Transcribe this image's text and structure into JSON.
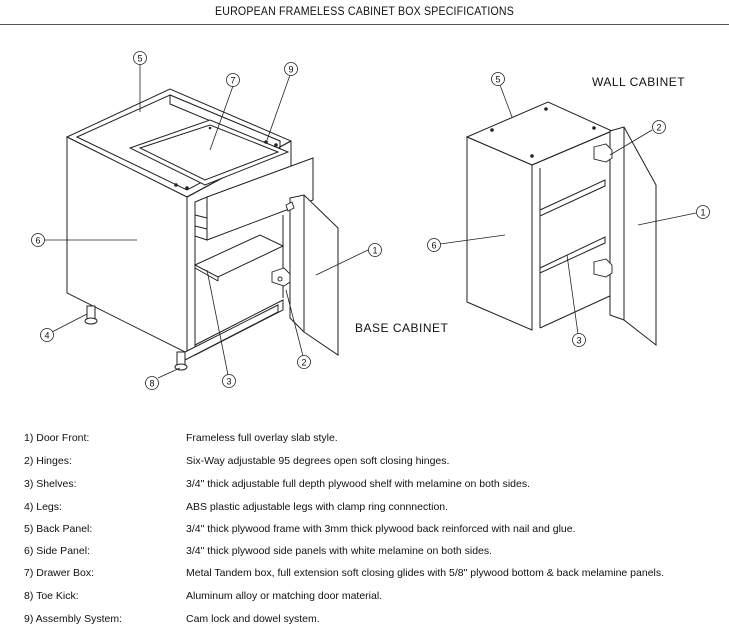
{
  "title": "EUROPEAN FRAMELESS CABINET BOX SPECIFICATIONS",
  "diagram": {
    "base_label": "BASE CABINET",
    "wall_label": "WALL CABINET",
    "callouts": [
      "1",
      "2",
      "3",
      "4",
      "5",
      "6",
      "7",
      "8",
      "9"
    ]
  },
  "specs": [
    {
      "term": "1) Door Front:",
      "desc": "Frameless full overlay slab style."
    },
    {
      "term": "2) Hinges:",
      "desc": "Six-Way adjustable 95 degrees open soft closing hinges."
    },
    {
      "term": "3) Shelves:",
      "desc": "3/4\" thick adjustable full depth plywood shelf with melamine on both sides."
    },
    {
      "term": "4) Legs:",
      "desc": "ABS plastic adjustable legs with clamp ring connnection."
    },
    {
      "term": "5) Back Panel:",
      "desc": "3/4\" thick plywood frame with 3mm thick plywood back reinforced with nail and glue."
    },
    {
      "term": "6) Side Panel:",
      "desc": "3/4\" thick plywood side panels with white melamine on both sides."
    },
    {
      "term": "7) Drawer Box:",
      "desc": "Metal Tandem box, full extension soft closing glides with 5/8\" plywood bottom & back melamine panels."
    },
    {
      "term": "8) Toe Kick:",
      "desc": "Aluminum alloy or matching door material."
    },
    {
      "term": "9) Assembly System:",
      "desc": "Cam lock and dowel system."
    }
  ]
}
